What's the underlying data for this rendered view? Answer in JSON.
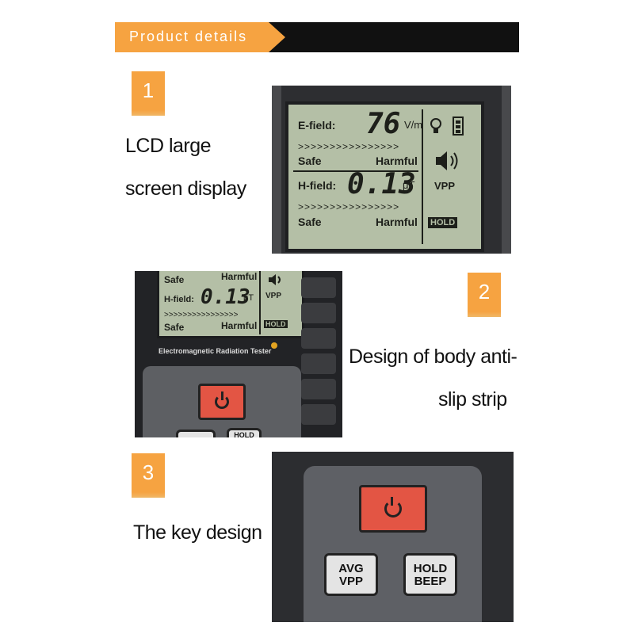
{
  "header": {
    "title": "Product details"
  },
  "sections": [
    {
      "number": "1",
      "caption_lines": [
        "LCD large",
        "screen display"
      ]
    },
    {
      "number": "2",
      "caption_lines": [
        "Design of body anti-",
        "slip strip"
      ]
    },
    {
      "number": "3",
      "caption_lines": [
        "The key design"
      ]
    }
  ],
  "lcd": {
    "efield_label": "E-field:",
    "efield_value": "76",
    "efield_unit": "V/m",
    "scale_marks": ">>>>>>>>>>>>>>>>",
    "safe_label": "Safe",
    "harmful_label": "Harmful",
    "hfield_label": "H-field:",
    "hfield_value": "0.13",
    "hfield_unit": "μT",
    "vpp_label": "VPP",
    "hold_label": "HOLD"
  },
  "device": {
    "name": "Electromagnetic Radiation Tester",
    "buttons": {
      "avg_vpp": [
        "AVG",
        "VPP"
      ],
      "hold_beep": [
        "HOLD",
        "BEEP"
      ],
      "hold_partial": "HOLD"
    }
  },
  "colors": {
    "accent": "#f6a341",
    "lcd": "#b4bfa6",
    "power": "#e35544",
    "body": "#2d2e31"
  }
}
